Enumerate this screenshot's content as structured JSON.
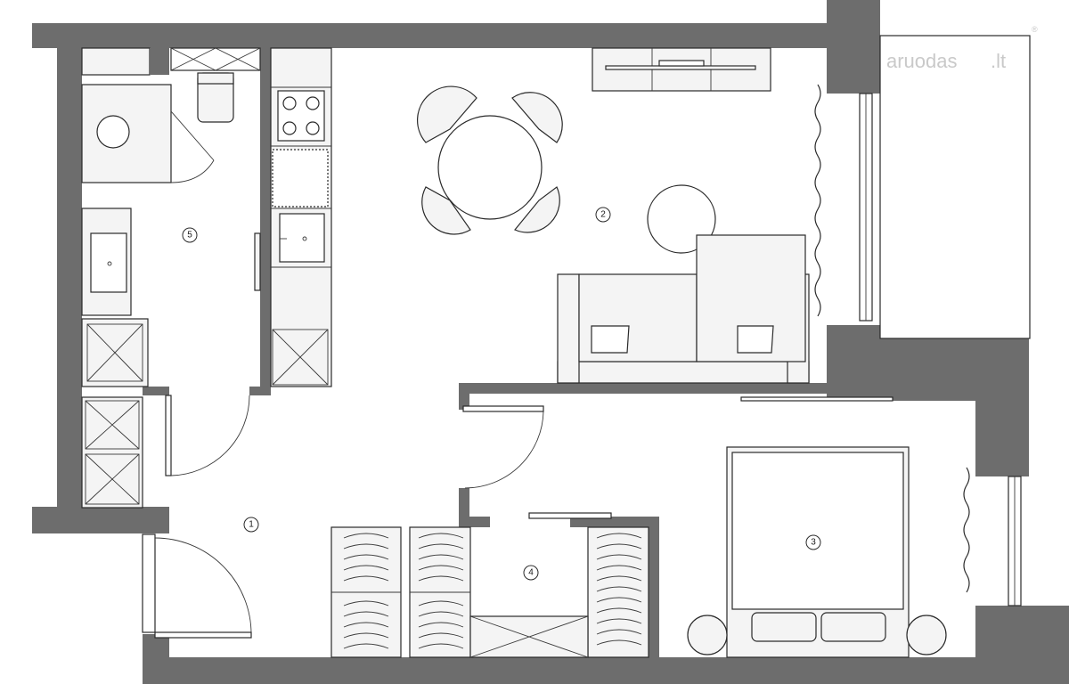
{
  "rooms": [
    {
      "id": "room-1",
      "label": "1"
    },
    {
      "id": "room-2",
      "label": "2"
    },
    {
      "id": "room-3",
      "label": "3"
    },
    {
      "id": "room-4",
      "label": "4"
    },
    {
      "id": "room-5",
      "label": "5"
    }
  ],
  "watermark": {
    "brand": "aruodas",
    "tld": ".lt",
    "trademark": "®"
  },
  "colors": {
    "wall": "#6d6d6d",
    "furniture": "#f4f4f4",
    "background": "#ffffff"
  }
}
